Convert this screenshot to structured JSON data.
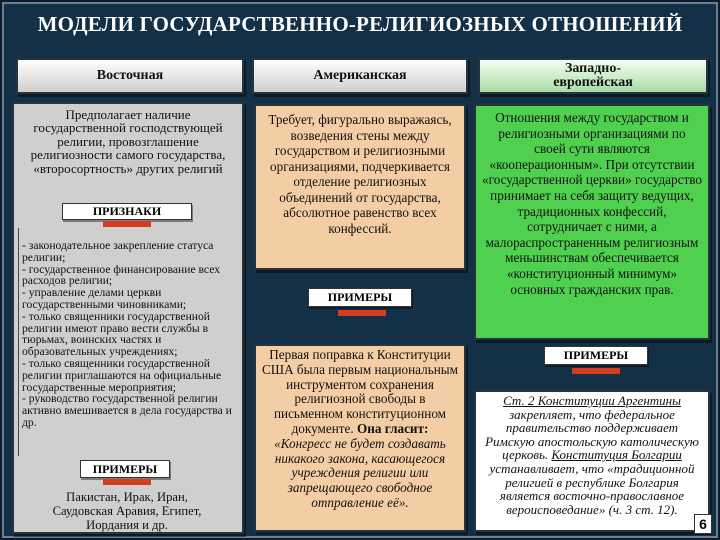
{
  "title": "МОДЕЛИ ГОСУДАРСТВЕННО-РЕЛИГИОЗНЫХ ОТНОШЕНИЙ",
  "columns": {
    "east": {
      "header": "Восточная",
      "description": "Предполагает наличие государственной господствующей религии, провозглашение религиозности самого государства, «второсортность» других религий",
      "signs_label": "ПРИЗНАКИ",
      "signs": [
        "- законодательное закрепление статуса религии;",
        "- государственное финансирование всех расходов религии;",
        "- управление делами церкви государственными чиновниками;",
        "- только священники государственной религии имеют право вести службы в тюрьмах, воинских частях и образовательных учреждениях;",
        "- только священники государственной религии приглашаются на официальные государственные мероприятия;",
        "- руководство государственной религии активно вмешивается в дела государства и др."
      ],
      "examples_label": "ПРИМЕРЫ",
      "examples": "Пакистан, Ирак, Иран, Саудовская Аравия, Египет, Иордания и др."
    },
    "american": {
      "header": "Американская",
      "description": "Требует, фигурально выражаясь, возведения стены между государством и религиозными организациями, подчеркивается отделение религиозных объединений от государства, абсолютное равенство всех конфессий.",
      "examples_label": "ПРИМЕРЫ",
      "examples_main": "Первая поправка к Конституции США была первым национальным инструментом сохранения религиозной свободы в письменном конституционном документе.",
      "examples_says": "Она гласит:",
      "examples_quote": "«Конгресс не будет создавать никакого закона, касающегося учреждения религии или запрещающего свободное отправление её»."
    },
    "west": {
      "header_line1": "Западно-",
      "header_line2": "европейская",
      "description": "Отношения между государством и религиозными организациями по своей сути являются «кооперационным». При отсутствии «государственной церкви» государство принимает на себя защиту ведущих, традиционных конфессий, сотрудничает с ними, а малораспространенным религиозным меньшинствам обеспечивается «конституционный минимум» основных гражданских прав.",
      "examples_label": "ПРИМЕРЫ",
      "examples_ref1": "Ст. 2 Конституции Аргентины",
      "examples_text1": "закрепляет, что федеральное правительство поддерживает Римскую апостольскую католическую церковь.",
      "examples_ref2": "Конституция Болгарии",
      "examples_text2": "устанавливает, что «традиционной религией в республике Болгария является восточно-православное вероисповедание» (ч. 3 ст. 12)."
    }
  },
  "page_number": "6"
}
